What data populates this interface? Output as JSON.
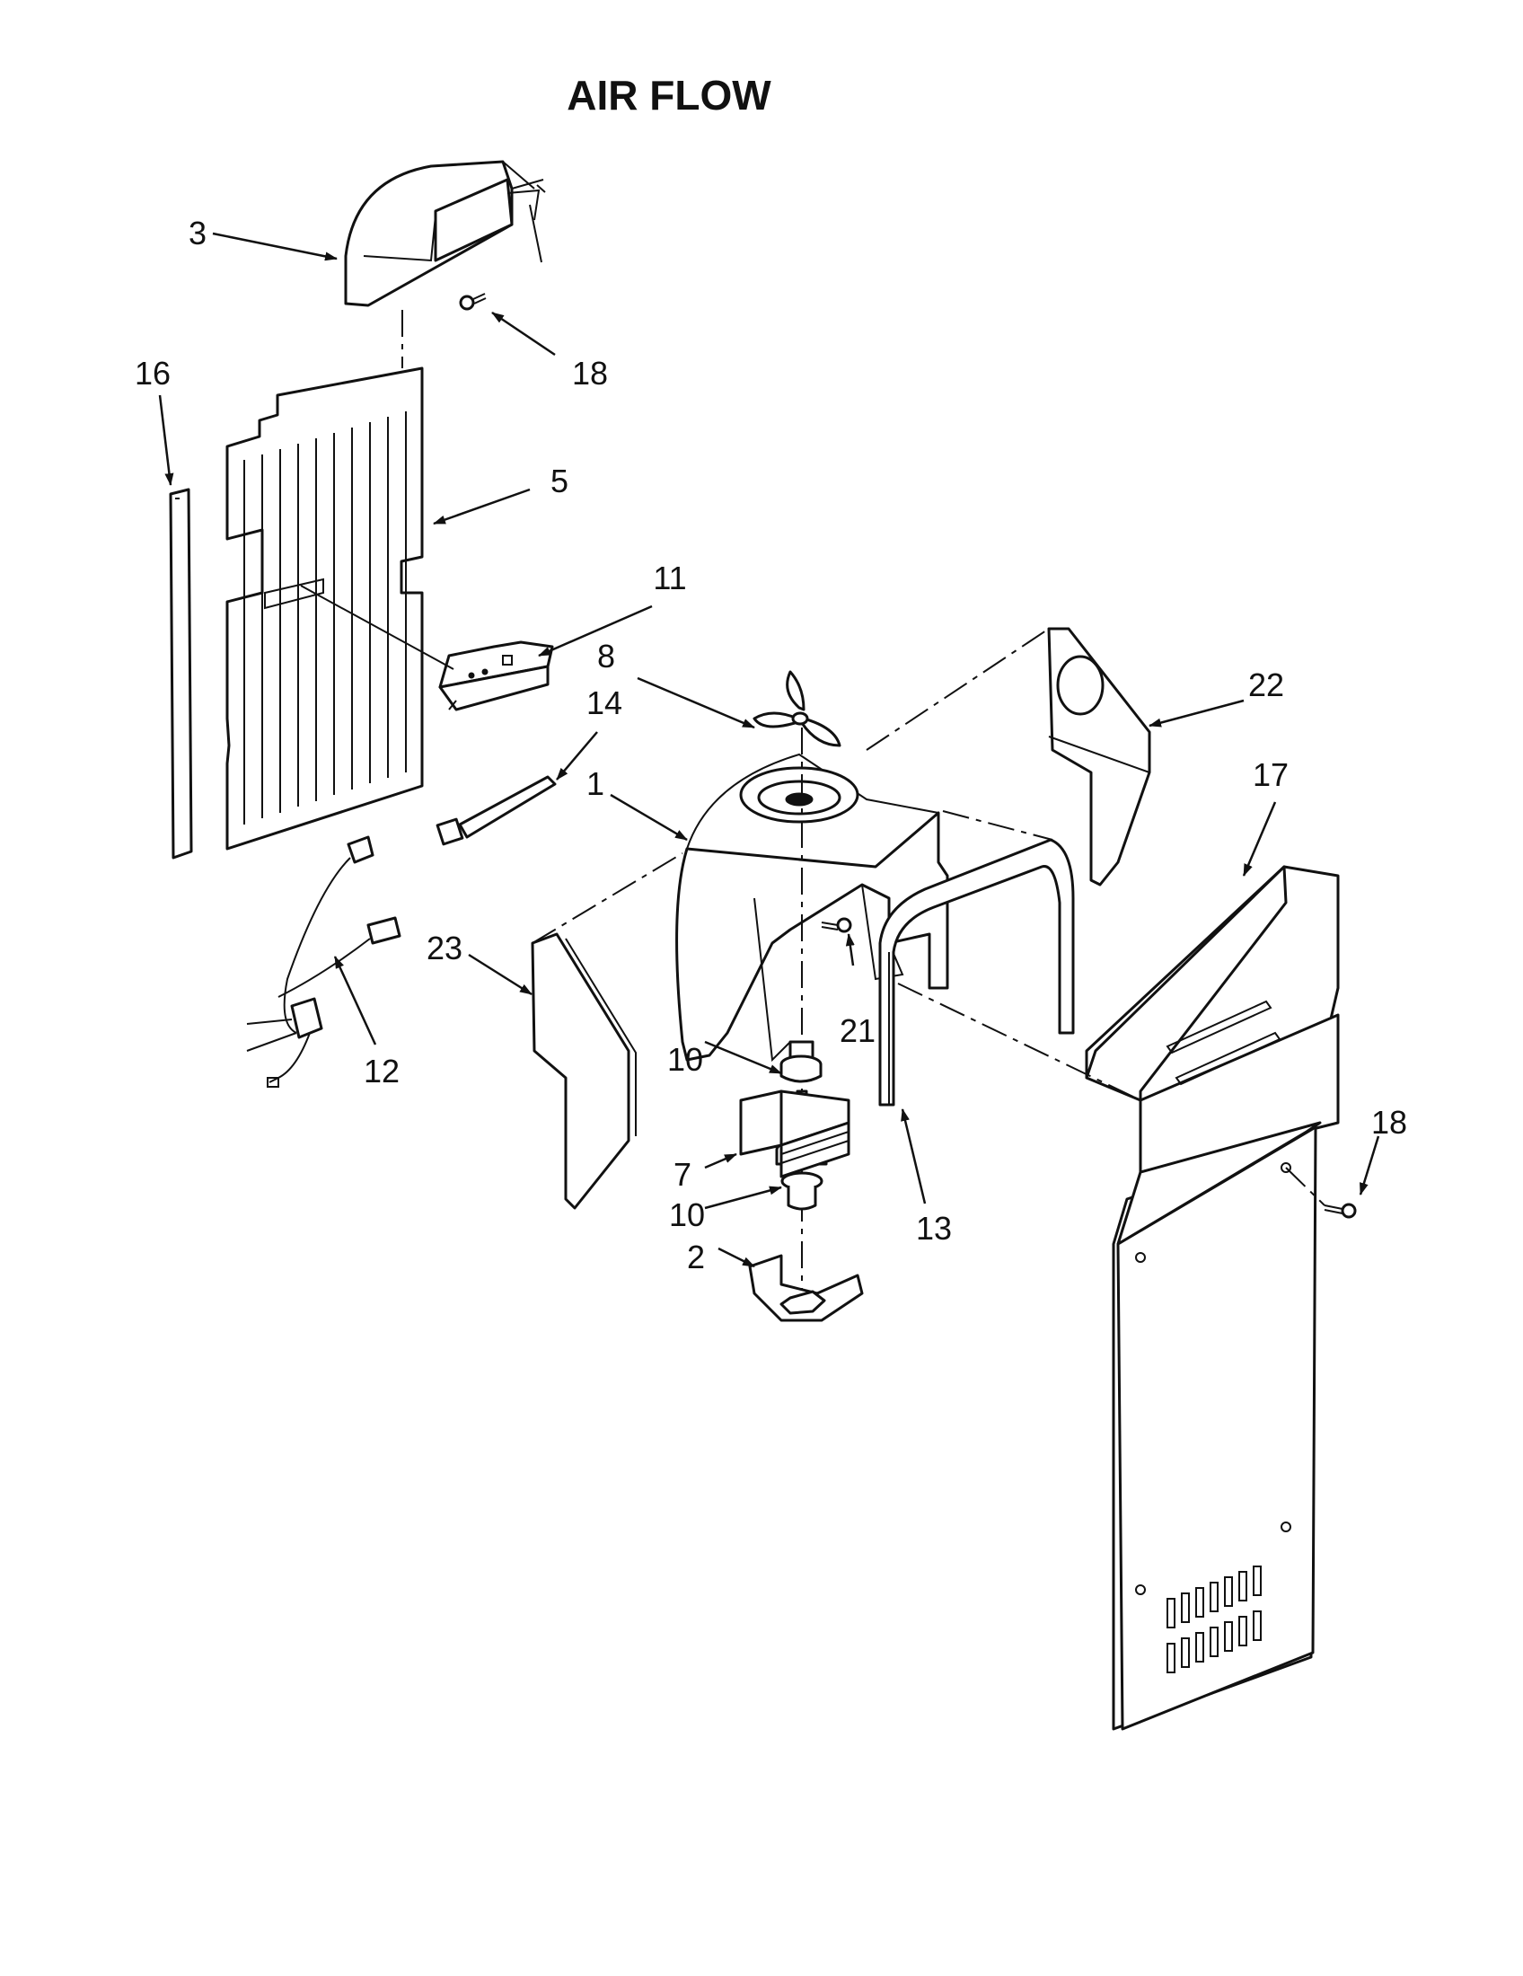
{
  "title": "AIR FLOW",
  "callouts": {
    "c1": "1",
    "c2": "2",
    "c3": "3",
    "c5": "5",
    "c7": "7",
    "c8": "8",
    "c10a": "10",
    "c10b": "10",
    "c11": "11",
    "c12": "12",
    "c13": "13",
    "c14": "14",
    "c16": "16",
    "c17": "17",
    "c18a": "18",
    "c18b": "18",
    "c21": "21",
    "c22": "22",
    "c23": "23"
  }
}
